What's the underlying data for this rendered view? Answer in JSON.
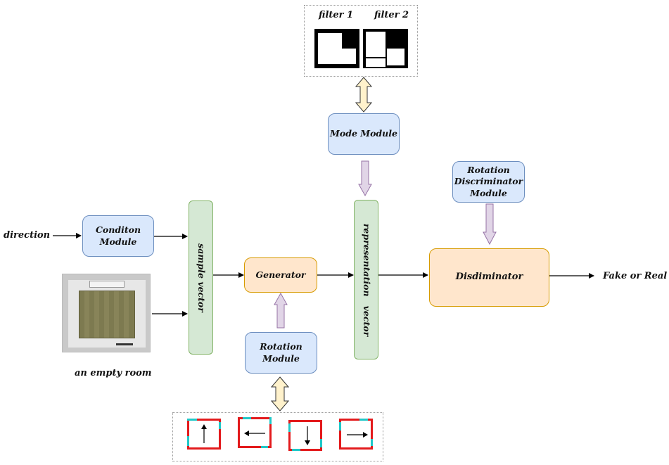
{
  "labels": {
    "direction": "direction",
    "empty_room": "an empty room",
    "filter1": "filter 1",
    "filter2": "filter 2",
    "output": "Fake or Real"
  },
  "modules": {
    "condition": "Conditon\nModule",
    "mode": "Mode Module",
    "generator": "Generator",
    "rotation": "Rotation\nModule",
    "rotation_discriminator": "Rotation\nDiscriminator\nModule",
    "discriminator": "Disdiminator"
  },
  "vectors": {
    "sample": "sample vector",
    "representation": "representation   vector"
  },
  "colors": {
    "module_fill": "#dae8fc",
    "module_stroke": "#6c8ebf",
    "core_fill": "#ffe6cc",
    "core_stroke": "#d79b00",
    "vector_fill": "#d5e8d4",
    "vector_stroke": "#82b366",
    "feed_arrow": "#e1d5e7",
    "exchange_arrow": "#fff2cc",
    "rotation_mask_edge": "#e31a1c",
    "rotation_door": "#1fc8c8"
  },
  "icons": [
    "filter-mask-1",
    "filter-mask-2",
    "rotation-up",
    "rotation-left",
    "rotation-down",
    "rotation-right",
    "empty-room-image"
  ]
}
